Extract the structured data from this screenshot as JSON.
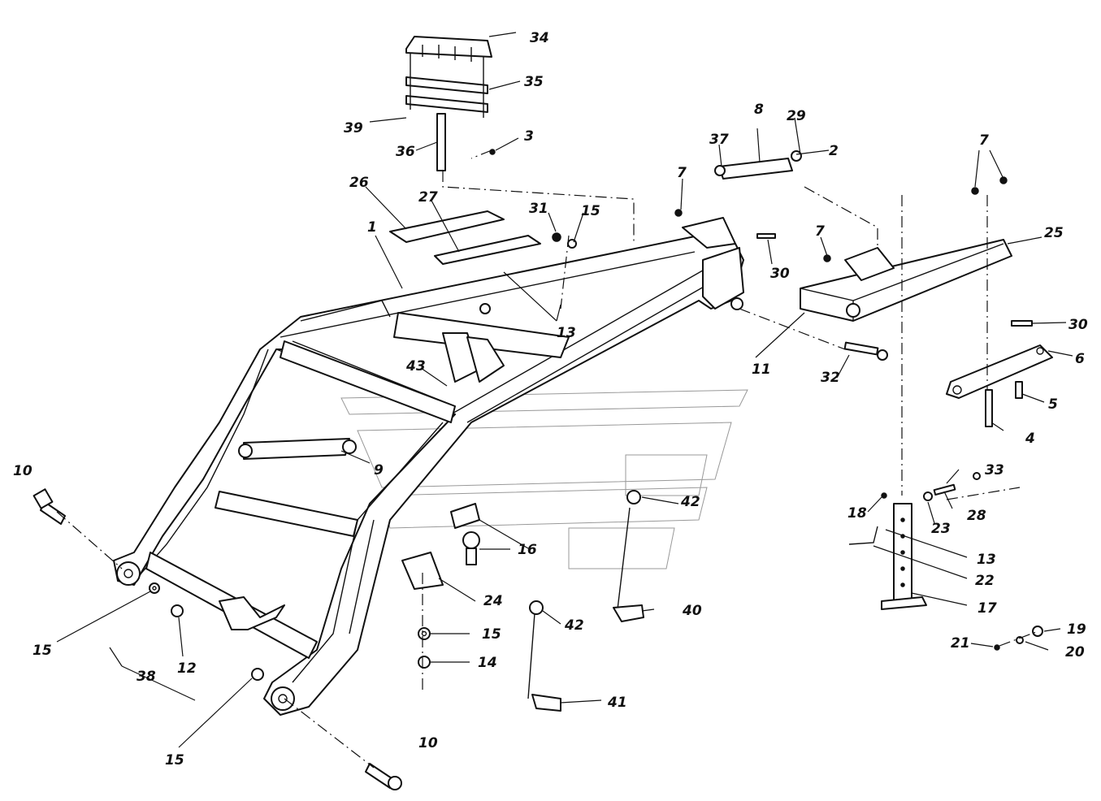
{
  "diagram": {
    "labels": [
      "1",
      "2",
      "3",
      "4",
      "5",
      "6",
      "7",
      "8",
      "9",
      "10",
      "11",
      "12",
      "13",
      "14",
      "15",
      "16",
      "17",
      "18",
      "19",
      "20",
      "21",
      "22",
      "23",
      "24",
      "25",
      "26",
      "27",
      "28",
      "29",
      "30",
      "31",
      "32",
      "33",
      "34",
      "35",
      "36",
      "37",
      "38",
      "39",
      "40",
      "41",
      "42",
      "43"
    ]
  }
}
